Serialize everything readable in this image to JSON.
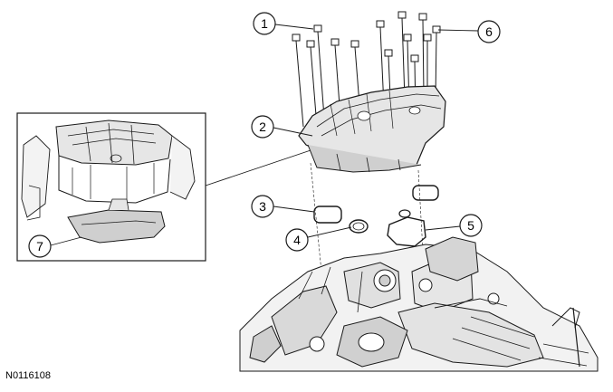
{
  "figure": {
    "id_label": "N0116108"
  },
  "callouts": [
    {
      "label": "1"
    },
    {
      "label": "2"
    },
    {
      "label": "3"
    },
    {
      "label": "4"
    },
    {
      "label": "5"
    },
    {
      "label": "6"
    },
    {
      "label": "7"
    }
  ],
  "colors": {
    "line": "#1a1a1a",
    "shade": "#cfcfcf",
    "light_shade": "#e6e6e6",
    "background": "#ffffff"
  }
}
